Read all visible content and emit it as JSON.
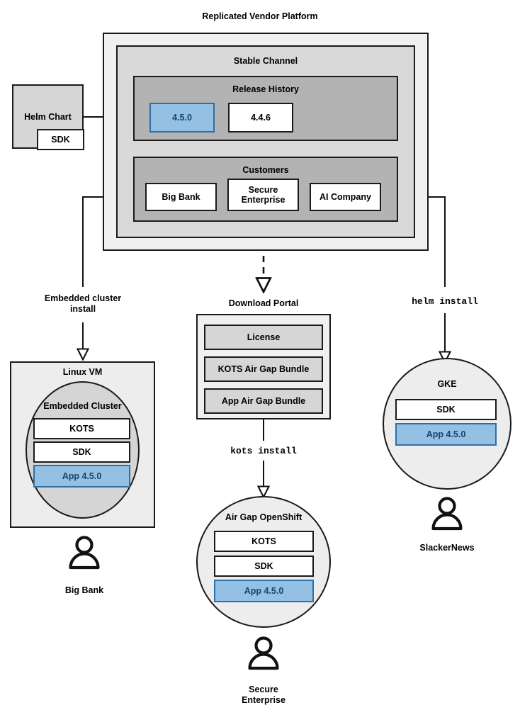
{
  "diagram": {
    "title": "Replicated Vendor Platform",
    "platform": {
      "stable_channel_label": "Stable Channel",
      "release_history_label": "Release History",
      "customers_label": "Customers",
      "releases": [
        {
          "version": "4.5.0",
          "highlighted": true
        },
        {
          "version": "4.4.6",
          "highlighted": false
        }
      ],
      "customers": [
        {
          "name": "Big Bank"
        },
        {
          "name": "Secure\nEnterprise"
        },
        {
          "name": "AI Company"
        }
      ]
    },
    "helm_chart": {
      "label": "Helm Chart",
      "sdk_label": "SDK"
    },
    "edges": [
      {
        "label": "Embedded cluster\ninstall",
        "style": "solid"
      },
      {
        "label": "Download Portal",
        "style": "dashed"
      },
      {
        "label": "helm install",
        "style": "mono"
      },
      {
        "label": "kots install",
        "style": "mono"
      }
    ],
    "download_portal": {
      "title": "Download Portal",
      "items": [
        "License",
        "KOTS Air Gap Bundle",
        "App Air Gap Bundle"
      ]
    },
    "targets": [
      {
        "id": "linux-vm",
        "shape": "rect",
        "title": "Linux VM",
        "inner_title": "Embedded Cluster",
        "components": [
          {
            "label": "KOTS",
            "highlighted": false
          },
          {
            "label": "SDK",
            "highlighted": false
          },
          {
            "label": "App 4.5.0",
            "highlighted": true
          }
        ],
        "customer": "Big Bank",
        "install_label": "Embedded cluster\ninstall"
      },
      {
        "id": "air-gap-openshift",
        "shape": "circle",
        "title": "Air Gap OpenShift",
        "components": [
          {
            "label": "KOTS",
            "highlighted": false
          },
          {
            "label": "SDK",
            "highlighted": false
          },
          {
            "label": "App 4.5.0",
            "highlighted": true
          }
        ],
        "customer": "Secure\nEnterprise",
        "install_label": "kots install"
      },
      {
        "id": "gke",
        "shape": "circle",
        "title": "GKE",
        "components": [
          {
            "label": "SDK",
            "highlighted": false
          },
          {
            "label": "App 4.5.0",
            "highlighted": true
          }
        ],
        "customer": "SlackerNews",
        "install_label": "helm install"
      }
    ],
    "colors": {
      "accent_blue_fill": "#93c0e3",
      "accent_blue_border": "#2f6fa8",
      "accent_blue_text": "#14456e",
      "stroke": "#1a1a1a",
      "platform_fill": "#f0f0f0",
      "channel_fill": "#d9d9d9",
      "group_fill": "#b3b3b3",
      "portal_item_fill": "#d6d6d6"
    }
  }
}
